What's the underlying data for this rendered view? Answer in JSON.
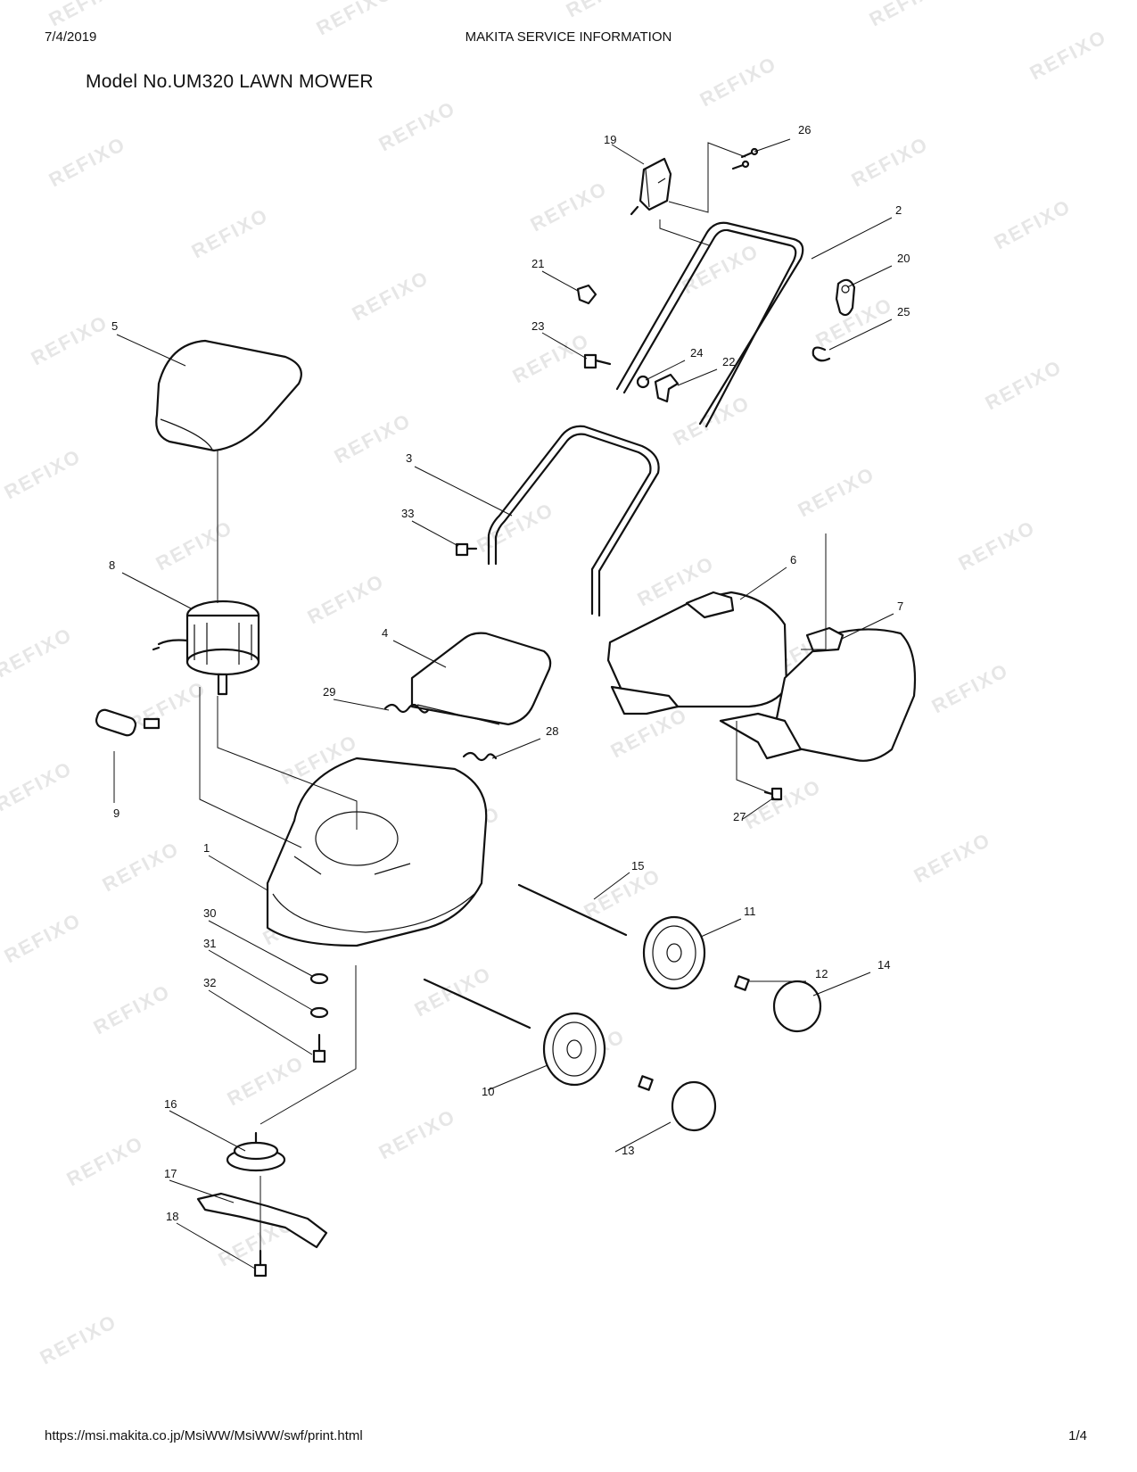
{
  "header": {
    "date": "7/4/2019",
    "center": "MAKITA SERVICE INFORMATION"
  },
  "title": "Model No.UM320 LAWN MOWER",
  "footer": {
    "url": "https://msi.makita.co.jp/MsiWW/MsiWW/swf/print.html",
    "page": "1/4"
  },
  "watermark": "REFIXO",
  "callouts": [
    "1",
    "2",
    "3",
    "4",
    "5",
    "6",
    "7",
    "8",
    "9",
    "10",
    "11",
    "12",
    "13",
    "14",
    "15",
    "16",
    "17",
    "18",
    "19",
    "20",
    "21",
    "22",
    "23",
    "24",
    "25",
    "26",
    "27",
    "28",
    "29",
    "30",
    "31",
    "32",
    "33"
  ]
}
